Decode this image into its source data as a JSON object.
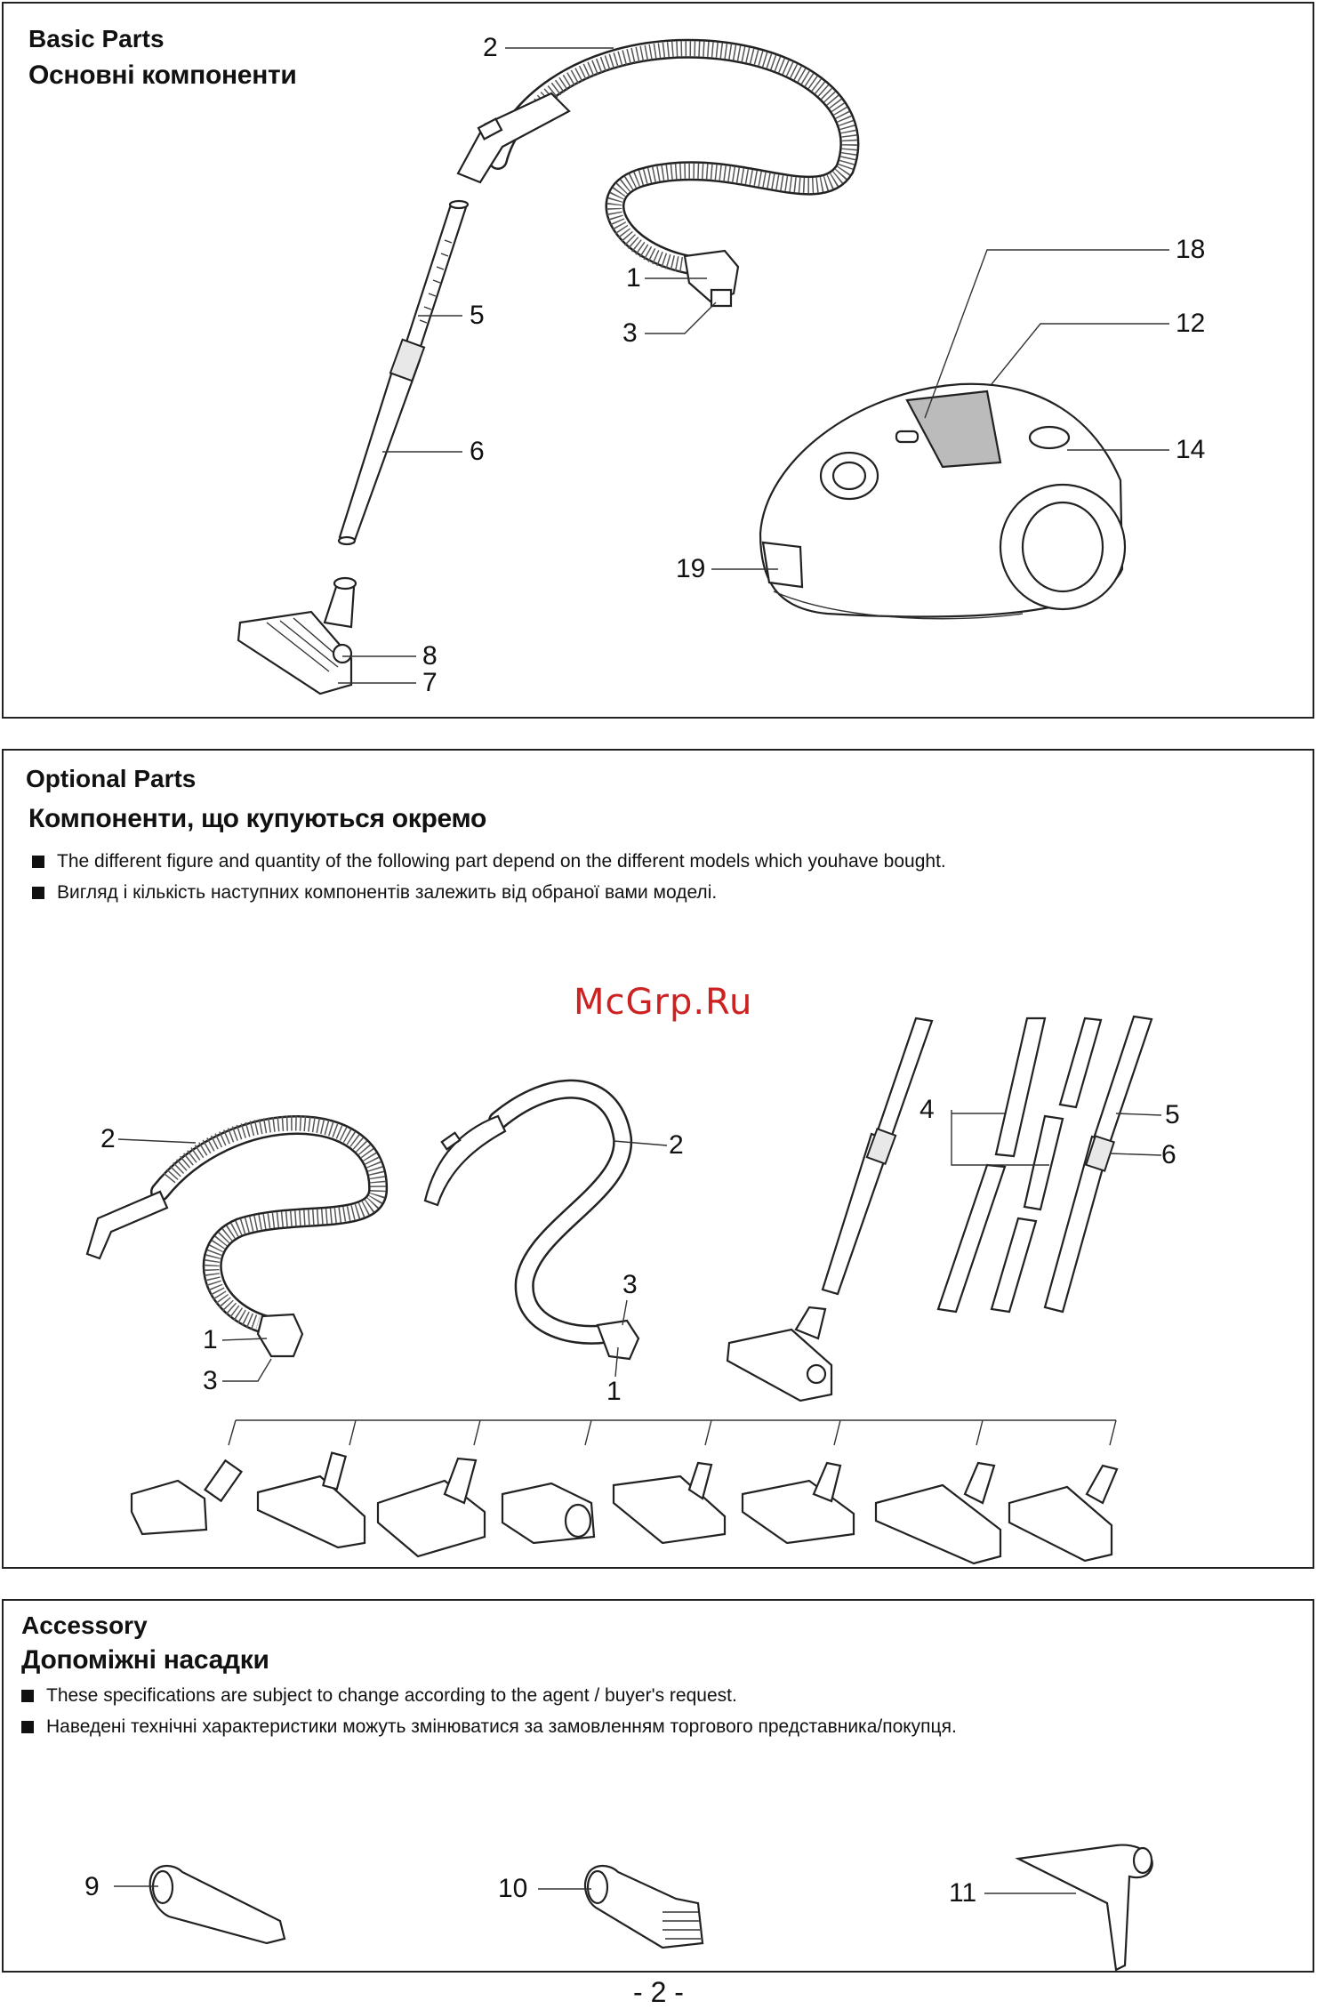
{
  "basic_parts": {
    "title_en": "Basic Parts",
    "title_uk": "Основні компоненти",
    "callouts": [
      "2",
      "1",
      "3",
      "5",
      "6",
      "8",
      "7",
      "18",
      "12",
      "14",
      "19"
    ]
  },
  "optional_parts": {
    "title_en": "Optional Parts",
    "title_uk": "Компоненти, що купуються окремо",
    "note_en": "The different figure and quantity of the following part depend on the different models which youhave bought.",
    "note_uk": "Вигляд і кількість наступних компонентів залежить від обраної вами моделі.",
    "callouts": [
      "2",
      "1",
      "3",
      "2",
      "3",
      "1",
      "4",
      "5",
      "6"
    ]
  },
  "accessory": {
    "title_en": "Accessory",
    "title_uk": "Допоміжні насадки",
    "note_en": "These specifications are subject to change according to the agent / buyer's request.",
    "note_uk": "Наведені технічні характеристики можуть змінюватися за замовленням торгового представника/покупця.",
    "callouts": [
      "9",
      "10",
      "11"
    ]
  },
  "watermark": "McGrp.Ru",
  "page_number": "- 2 -"
}
